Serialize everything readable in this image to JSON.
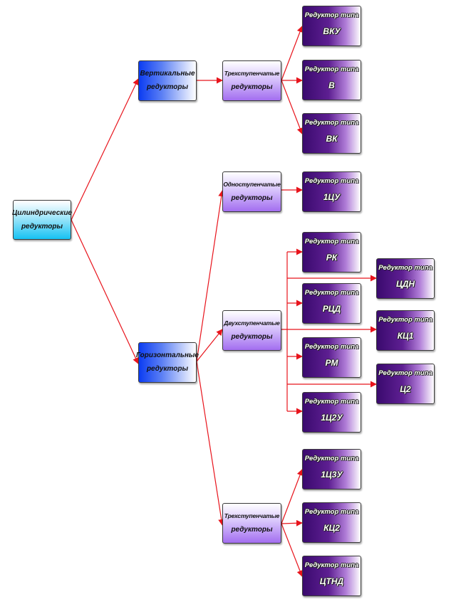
{
  "diagram": {
    "root": {
      "line1": "Цилиндрические",
      "line2": "редукторы"
    },
    "vertical": {
      "line1": "Вертикальные",
      "line2": "редукторы"
    },
    "horizontal": {
      "line1": "Горизонтальные",
      "line2": "редукторы"
    },
    "vertical_three_stage": {
      "line1": "Трехступенчатые",
      "line2": "редукторы"
    },
    "one_stage": {
      "line1": "Одноступенчатые",
      "line2": "редукторы"
    },
    "two_stage": {
      "line1": "Двухступенчатые",
      "line2": "редукторы"
    },
    "horizontal_three_stage": {
      "line1": "Трехступенчатые",
      "line2": "редукторы"
    },
    "leaf_prefix": "Редуктор типа",
    "leaves": {
      "vku": "ВКУ",
      "v": "В",
      "vk": "ВК",
      "1tsu": "1ЦУ",
      "rk": "РК",
      "rtsd": "РЦД",
      "rm": "РМ",
      "1ts2u": "1Ц2У",
      "tsdn": "ЦДН",
      "kts1": "КЦ1",
      "ts2": "Ц2",
      "1ts3u": "1Ц3У",
      "kts2": "КЦ2",
      "tstnd": "ЦТНД"
    },
    "colors": {
      "connector": "#e8141c",
      "root_fill": "#16c2f3",
      "level1_fill": "#0b3cf2",
      "level2_fill": "#a36ef0",
      "leaf_fill": "#3a0a6e"
    }
  }
}
